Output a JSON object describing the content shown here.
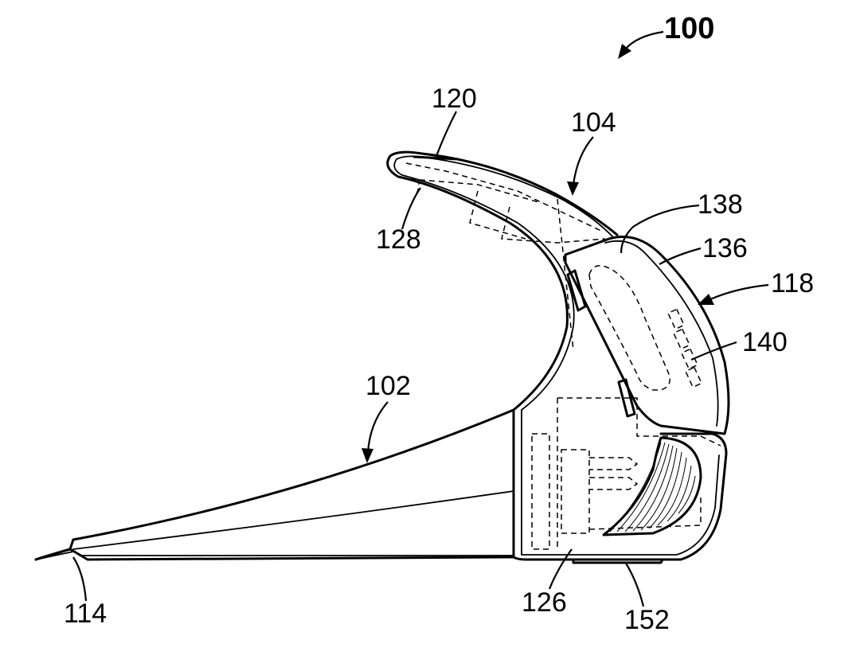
{
  "figure": {
    "background": "#ffffff",
    "line_color": "#000000",
    "labels": {
      "device": "100",
      "body_102": "102",
      "arm_104": "104",
      "tip_114": "114",
      "cap_118": "118",
      "top_120": "120",
      "cavity_126": "126",
      "inner_128": "128",
      "panel_136": "136",
      "window_138": "138",
      "electronics_140": "140",
      "base_152": "152"
    }
  }
}
